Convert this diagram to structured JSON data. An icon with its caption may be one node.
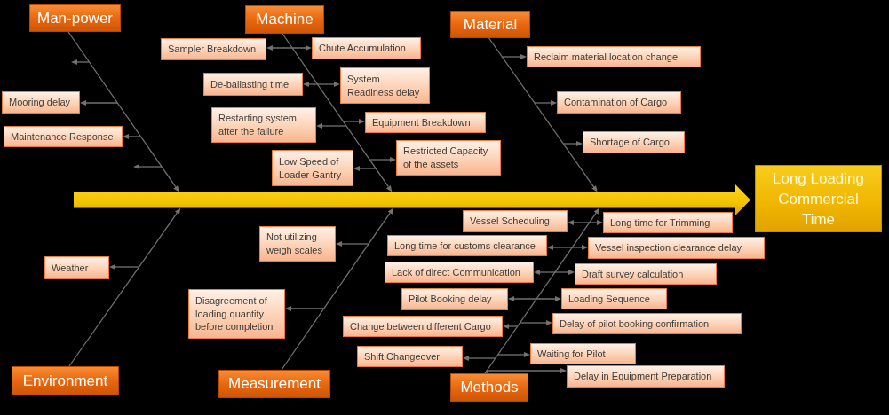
{
  "diagram": {
    "nodes": [
      {
        "text": [
          "Man-power"
        ]
      },
      {
        "text": [
          "Mooring delay"
        ]
      },
      {
        "text": [
          "Maintenance Response"
        ]
      },
      {
        "text": [
          "Machine"
        ]
      },
      {
        "text": [
          "Sampler Breakdown"
        ]
      },
      {
        "text": [
          "Chute Accumulation"
        ]
      },
      {
        "text": [
          "De-ballasting time"
        ]
      },
      {
        "text": [
          "System Readiness delay"
        ]
      },
      {
        "text": [
          "Restarting system after the failure"
        ]
      },
      {
        "text": [
          "Equipment Breakdown"
        ]
      },
      {
        "text": [
          "Low Speed of Loader Gantry"
        ]
      },
      {
        "text": [
          "Restricted Capacity of the assets"
        ]
      },
      {
        "text": [
          "Material"
        ]
      },
      {
        "text": [
          "Reclaim material location change"
        ]
      },
      {
        "text": [
          "Contamination of Cargo"
        ]
      },
      {
        "text": [
          "Shortage of Cargo"
        ]
      },
      {
        "text": [
          "Long Loading Commercial Time"
        ]
      },
      {
        "text": [
          "Environment"
        ]
      },
      {
        "text": [
          "Weather"
        ]
      },
      {
        "text": [
          "Measurement"
        ]
      },
      {
        "text": [
          "Not utilizing weigh scales"
        ]
      },
      {
        "text": [
          "Disagreement of loading quantity before completion"
        ]
      },
      {
        "text": [
          "Methods"
        ]
      },
      {
        "text": [
          "Vessel Scheduling"
        ]
      },
      {
        "text": [
          "Long time for Trimming"
        ]
      },
      {
        "text": [
          "Long time for customs clearance"
        ]
      },
      {
        "text": [
          "Vessel inspection clearance delay"
        ]
      },
      {
        "text": [
          "Lack of direct Communication"
        ]
      },
      {
        "text": [
          "Draft survey calculation"
        ]
      },
      {
        "text": [
          "Pilot Booking delay"
        ]
      },
      {
        "text": [
          "Loading Sequence"
        ]
      },
      {
        "text": [
          "Change between different Cargo"
        ]
      },
      {
        "text": [
          "Delay of pilot booking confirmation"
        ]
      },
      {
        "text": [
          "Shift Changeover"
        ]
      },
      {
        "text": [
          "Waiting for Pilot"
        ]
      },
      {
        "text": [
          "Delay in Equipment Preparation"
        ]
      },
      {
        "text": [],
        "shape": "arrow"
      }
    ],
    "edges": [
      {
        "from": 0,
        "to": 36,
        "arrow": "to"
      },
      {
        "from": 3,
        "to": 36,
        "arrow": "to"
      },
      {
        "from": 12,
        "to": 36,
        "arrow": "to"
      },
      {
        "from": 17,
        "to": 36,
        "arrow": "to"
      },
      {
        "from": 19,
        "to": 36,
        "arrow": "to"
      },
      {
        "from": 22,
        "to": 36,
        "arrow": "to"
      },
      {
        "from": null,
        "to": 1,
        "arrow": "to"
      },
      {
        "from": null,
        "to": 2,
        "arrow": "to"
      },
      {
        "from": 4,
        "to": 5,
        "arrow": "both"
      },
      {
        "from": 6,
        "to": 7,
        "arrow": "both"
      },
      {
        "from": null,
        "to": 8,
        "arrow": "to"
      },
      {
        "from": null,
        "to": 9,
        "arrow": "to"
      },
      {
        "from": null,
        "to": 10,
        "arrow": "to"
      },
      {
        "from": null,
        "to": 11,
        "arrow": "to"
      },
      {
        "from": null,
        "to": 13,
        "arrow": "to"
      },
      {
        "from": null,
        "to": 14,
        "arrow": "to"
      },
      {
        "from": null,
        "to": 15,
        "arrow": "to"
      },
      {
        "from": null,
        "to": 18,
        "arrow": "to"
      },
      {
        "from": null,
        "to": 20,
        "arrow": "to"
      },
      {
        "from": null,
        "to": 21,
        "arrow": "to"
      },
      {
        "from": 23,
        "to": 24,
        "arrow": "both"
      },
      {
        "from": 25,
        "to": 26,
        "arrow": "both"
      },
      {
        "from": 27,
        "to": 28,
        "arrow": "both"
      },
      {
        "from": 29,
        "to": 30,
        "arrow": "both"
      },
      {
        "from": null,
        "to": 31,
        "arrow": "to"
      },
      {
        "from": null,
        "to": 32,
        "arrow": "to"
      },
      {
        "from": null,
        "to": 33,
        "arrow": "to"
      },
      {
        "from": null,
        "to": 34,
        "arrow": "to"
      },
      {
        "from": 22,
        "to": 35,
        "arrow": "to"
      }
    ]
  }
}
